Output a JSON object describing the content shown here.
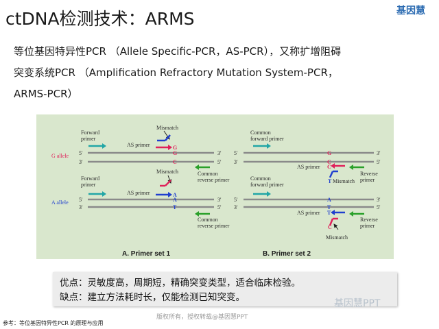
{
  "slide": {
    "title": "ctDNA检测技术：ARMS",
    "logo_text": "基因慧",
    "description_line1": "等位基因特异性PCR （Allele Specific-PCR，AS-PCR），又称扩增阻碍",
    "description_line2": "突变系统PCR （Amplification Refractory Mutation System-PCR，",
    "description_line3": "ARMS-PCR）",
    "summary_line1": "优点：灵敏度高，周期短，精确突变类型，适合临床检验。",
    "summary_line2": "缺点：建立方法耗时长，仅能检测已知突变。",
    "watermark": "版权所有，授权转载@基因慧PPT",
    "reference": "参考：等位基因特异性PCR 的原理与应用",
    "brand": "基因慧PPT",
    "figure_watermark": "基因慧PPT"
  },
  "figure": {
    "panel_a_label": "A. Primer set 1",
    "panel_b_label": "B. Primer set 2",
    "g_allele": "G allele",
    "a_allele": "A allele",
    "forward_primer_l1": "Forward",
    "forward_primer_l2": "primer",
    "common_forward_l1": "Common",
    "common_forward_l2": "forward primer",
    "common_reverse_l1": "Common",
    "common_reverse_l2": "reverse primer",
    "reverse_primer_l1": "Reverse",
    "reverse_primer_l2": "primer",
    "as_primer": "AS primer",
    "mismatch": "Mismatch",
    "end5": "5'",
    "end3": "3'",
    "base_g": "G",
    "base_c": "C",
    "base_a": "A",
    "base_t": "T"
  },
  "colors": {
    "background": "#ffffff",
    "figure_bg": "#d9e7cd",
    "forward_arrow": "#21a6a6",
    "reverse_arrow": "#2aa02a",
    "g_base": "#e0205a",
    "a_base": "#1f3fcf",
    "strand": "#8a8a8a"
  }
}
